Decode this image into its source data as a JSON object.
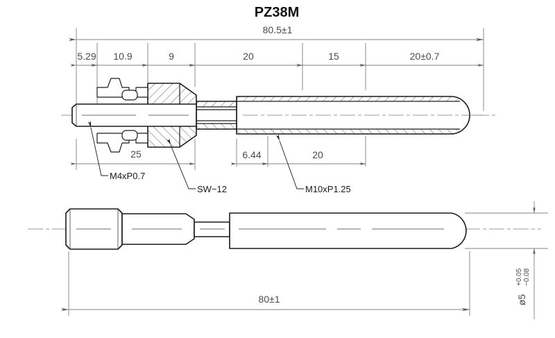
{
  "title": "PZ38M",
  "drawing": {
    "name": "spark-plug-adapter-technical-drawing",
    "views": [
      {
        "id": "section-view",
        "label": "sectioned side view"
      },
      {
        "id": "outline-view",
        "label": "outline side view"
      }
    ]
  },
  "dimensions": {
    "overall_top": "80.5±1",
    "chain": [
      {
        "key": "d1",
        "value": "5.29"
      },
      {
        "key": "d2",
        "value": "10.9"
      },
      {
        "key": "d3",
        "value": "9"
      },
      {
        "key": "d4",
        "value": "20"
      },
      {
        "key": "d5",
        "value": "15"
      },
      {
        "key": "d6",
        "value": "20±0.7"
      }
    ],
    "lower_left": "25",
    "lower_mid": "6.44",
    "lower_right": "20",
    "overall_bottom": "80±1",
    "diameter": {
      "symbol": "ø5",
      "tol_upper": "+0.05",
      "tol_lower": "−0.08"
    }
  },
  "callouts": [
    {
      "key": "thread_small",
      "text": "M4xP0.7"
    },
    {
      "key": "hex_size",
      "text": "SW−12"
    },
    {
      "key": "thread_large",
      "text": "M10xP1.25"
    }
  ],
  "colors": {
    "outline": "#1a1a1a",
    "dimension": "#5a5a5a",
    "background": "#ffffff"
  }
}
